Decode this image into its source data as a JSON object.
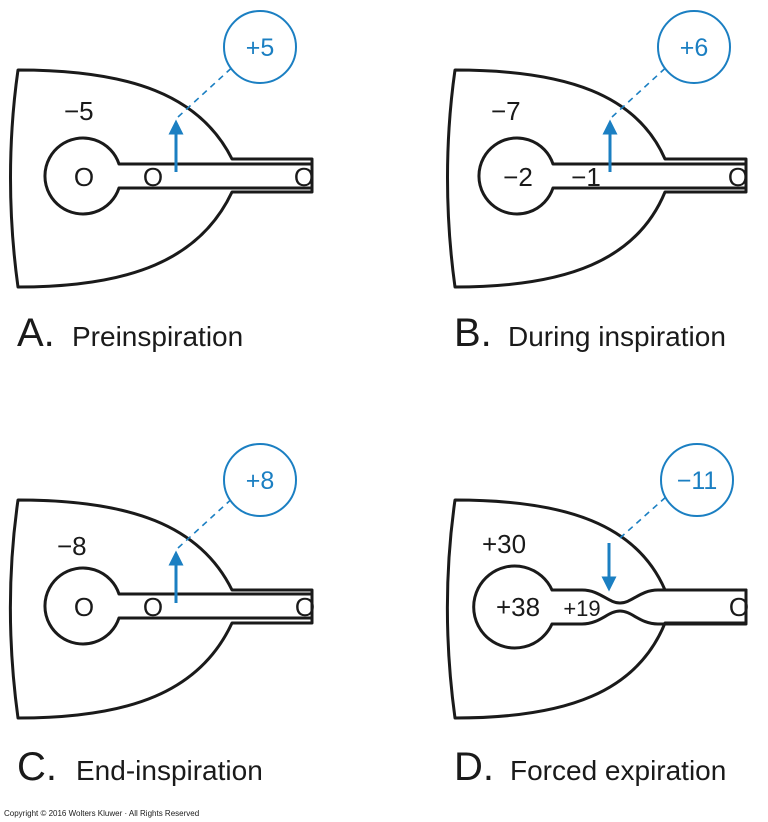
{
  "panels": {
    "a": {
      "letter": "A.",
      "caption": "Preinspiration",
      "pleural": "−5",
      "alveolar": "O",
      "airway": "O",
      "mouth": "O",
      "transmural": "+5"
    },
    "b": {
      "letter": "B.",
      "caption": "During inspiration",
      "pleural": "−7",
      "alveolar": "−2",
      "airway": "−1",
      "mouth": "O",
      "transmural": "+6"
    },
    "c": {
      "letter": "C.",
      "caption": "End-inspiration",
      "pleural": "−8",
      "alveolar": "O",
      "airway": "O",
      "mouth": "O",
      "transmural": "+8"
    },
    "d": {
      "letter": "D.",
      "caption": "Forced expiration",
      "pleural": "+30",
      "alveolar": "+38",
      "airway": "+19",
      "mouth": "O",
      "transmural": "−11"
    }
  },
  "copyright": "Copyright © 2016 Wolters Kluwer · All Rights Reserved",
  "colors": {
    "accent": "#1b7fc2",
    "ink": "#1a1a1a"
  }
}
